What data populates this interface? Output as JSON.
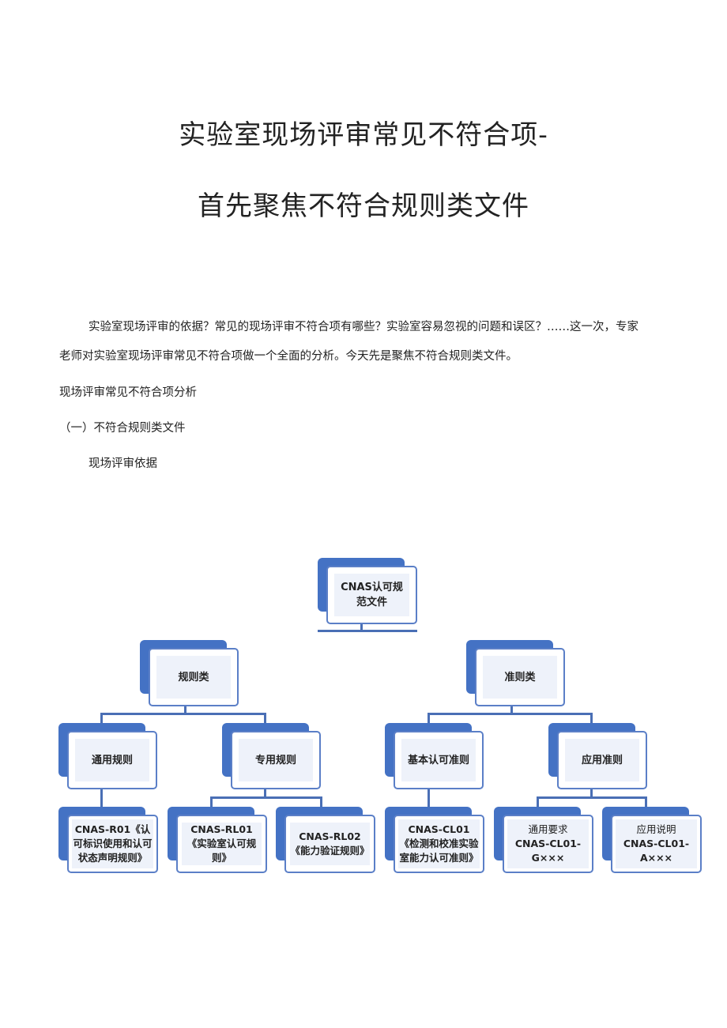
{
  "title": {
    "line1": "实验室现场评审常见不符合项-",
    "line2": "首先聚焦不符合规则类文件"
  },
  "body": {
    "intro_line1": "实验室现场评审的依据？常见的现场评审不符合项有哪些？实验室容易忽视的问题和误区？……这一次，专家",
    "intro_line2": "老师对实验室现场评审常见不符合项做一个全面的分析。今天先是聚焦不符合规则类文件。",
    "section_heading": "现场评审常见不符合项分析",
    "subsection_heading": "（一）不符合规则类文件",
    "item_heading": "现场评审依据"
  },
  "diagram": {
    "root": "CNAS认可规范文件",
    "rules": "规则类",
    "criteria": "准则类",
    "general_rules": "通用规则",
    "special_rules": "专用规则",
    "basic_criteria": "基本认可准则",
    "applied_criteria": "应用准则",
    "r01": "CNAS-R01《认可标识使用和认可状态声明规则》",
    "rl01": "CNAS-RL01《实验室认可规则》",
    "rl02": "CNAS-RL02《能力验证规则》",
    "cl01": "CNAS-CL01《检测和校准实验室能力认可准则》",
    "general_req_title": "通用要求",
    "general_req_code": "CNAS-CL01-G×××",
    "app_note_title": "应用说明",
    "app_note_code": "CNAS-CL01-A×××"
  },
  "colors": {
    "node_back": "#4472c4",
    "node_border": "#5b7fc7",
    "node_fill": "#eef2fa",
    "connector": "#4a6fb5"
  }
}
